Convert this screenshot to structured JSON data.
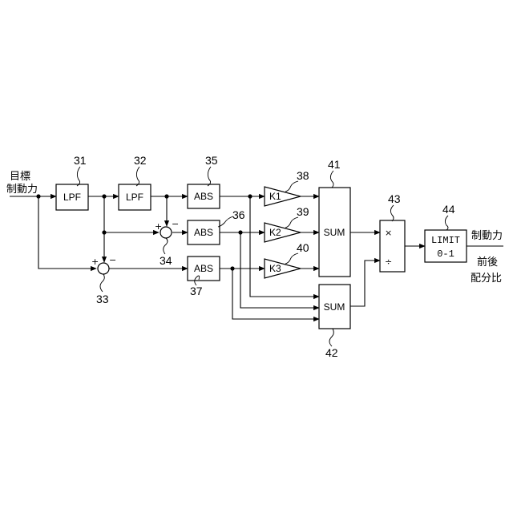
{
  "input_label": [
    "目標",
    "制動力"
  ],
  "output_label": [
    "制動力",
    "前後",
    "配分比"
  ],
  "blocks": {
    "lpf1": "LPF",
    "lpf2": "LPF",
    "abs1": "ABS",
    "abs2": "ABS",
    "abs3": "ABS",
    "k1": "K1",
    "k2": "K2",
    "k3": "K3",
    "sum1": "SUM",
    "sum2": "SUM",
    "limit_line1": "LIMIT",
    "limit_line2": "0-1"
  },
  "operators": {
    "multiply": "×",
    "divide": "÷",
    "plus": "+",
    "minus": "−"
  },
  "ref_numbers": {
    "lpf1": "31",
    "lpf2": "32",
    "sub2": "33",
    "sub1": "34",
    "abs1": "35",
    "abs2": "36",
    "abs3": "37",
    "k1": "38",
    "k2": "39",
    "k3": "40",
    "sum1": "41",
    "sum2": "42",
    "muldiv": "43",
    "limit": "44"
  }
}
